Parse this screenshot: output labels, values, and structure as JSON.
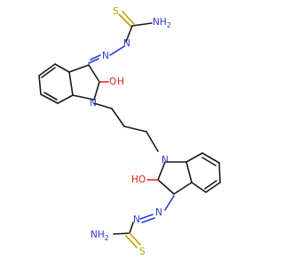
{
  "atoms": [
    {
      "id": "s1",
      "element": "S",
      "text": "S",
      "color": "#b8a000"
    },
    {
      "id": "nh2a",
      "element": "N",
      "text": "NH2",
      "color": "#2b3bd6"
    },
    {
      "id": "n1",
      "element": "N",
      "text": "N",
      "color": "#2b3bd6"
    },
    {
      "id": "n2",
      "element": "N",
      "text": "N",
      "color": "#2b3bd6"
    },
    {
      "id": "o1",
      "element": "O",
      "text": "O",
      "color": "#e02010"
    },
    {
      "id": "h1",
      "element": "H",
      "text": "H",
      "color": "#e02010"
    },
    {
      "id": "n3",
      "element": "N",
      "text": "N",
      "color": "#2b3bd6"
    },
    {
      "id": "n4",
      "element": "N",
      "text": "N",
      "color": "#2b3bd6"
    },
    {
      "id": "h2",
      "element": "H",
      "text": "H",
      "color": "#e02010"
    },
    {
      "id": "o2",
      "element": "O",
      "text": "O",
      "color": "#e02010"
    },
    {
      "id": "n5",
      "element": "N",
      "text": "N",
      "color": "#2b3bd6"
    },
    {
      "id": "n6",
      "element": "N",
      "text": "N",
      "color": "#2b3bd6"
    },
    {
      "id": "nh2b",
      "element": "N",
      "text": "NH2",
      "color": "#2b3bd6"
    },
    {
      "id": "s2",
      "element": "S",
      "text": "S",
      "color": "#b8a000"
    }
  ]
}
